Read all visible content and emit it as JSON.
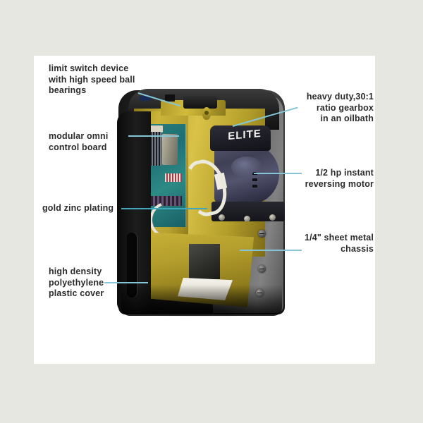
{
  "page": {
    "background_color": "#e6e7e1",
    "panel_color": "#ffffff",
    "leader_line_color": "#86c5d6",
    "text_color": "#2b2b2b"
  },
  "product": {
    "brand": "ELITE",
    "colors": {
      "cover": "#1a1a1a",
      "chassis": "#c8b137",
      "motor": "#43445a",
      "pcb": "#25807c"
    }
  },
  "callouts": {
    "left": [
      {
        "id": "limit-switch",
        "text": "limit switch device\nwith high speed ball\nbearings"
      },
      {
        "id": "control-board",
        "text": "modular omni\ncontrol board"
      },
      {
        "id": "gold-zinc",
        "text": "gold zinc plating"
      },
      {
        "id": "plastic-cover",
        "text": "high density\npolyethylene\nplastic cover"
      }
    ],
    "right": [
      {
        "id": "gearbox",
        "text": "heavy duty,30:1\nratio gearbox\nin an oilbath"
      },
      {
        "id": "motor",
        "text": "1/2 hp instant\nreversing motor"
      },
      {
        "id": "chassis",
        "text": "1/4\" sheet metal\nchassis"
      }
    ]
  }
}
